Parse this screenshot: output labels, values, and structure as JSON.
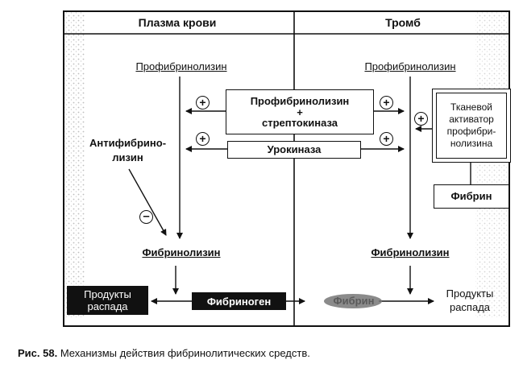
{
  "header": {
    "plasma_title": "Плазма крови",
    "thrombus_title": "Тромб"
  },
  "left": {
    "profibrinolysin": "Профибринолизин",
    "antifibrinolysin_line1": "Антифибрино-",
    "antifibrinolysin_line2": "лизин",
    "fibrinolysin": "Фибринолизин",
    "products_line1": "Продукты",
    "products_line2": "распада",
    "fibrinogen": "Фибриноген"
  },
  "center": {
    "complex_line1": "Профибринолизин",
    "complex_line2": "+",
    "complex_line3": "стрептокиназа",
    "urokinase": "Урокиназа"
  },
  "right": {
    "profibrinolysin": "Профибринолизин",
    "tpa_line1": "Тканевой",
    "tpa_line2": "активатор",
    "tpa_line3": "профибри-",
    "tpa_line4": "нолизина",
    "fibrin": "Фибрин",
    "fibrinolysin": "Фибринолизин",
    "fibrin_smudge": "Фибрин",
    "products_line1": "Продукты",
    "products_line2": "распада"
  },
  "signs": {
    "plus": "⊕",
    "minus": "⊖"
  },
  "caption": {
    "prefix": "Рис. 58.",
    "text": "Механизмы действия фибринолитических средств."
  }
}
